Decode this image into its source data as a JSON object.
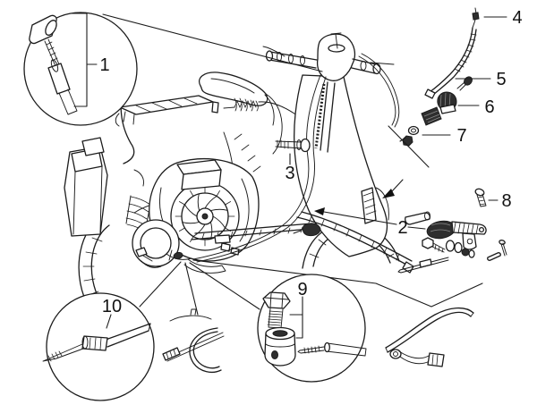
{
  "figure": {
    "background": "#ffffff",
    "line_color": "#1c1c1c",
    "label_color": "#111111"
  },
  "callouts": [
    {
      "label": "1"
    },
    {
      "label": "2"
    },
    {
      "label": "3"
    },
    {
      "label": "4"
    },
    {
      "label": "5"
    },
    {
      "label": "6"
    },
    {
      "label": "7"
    },
    {
      "label": "8"
    },
    {
      "label": "9"
    },
    {
      "label": "10"
    }
  ]
}
